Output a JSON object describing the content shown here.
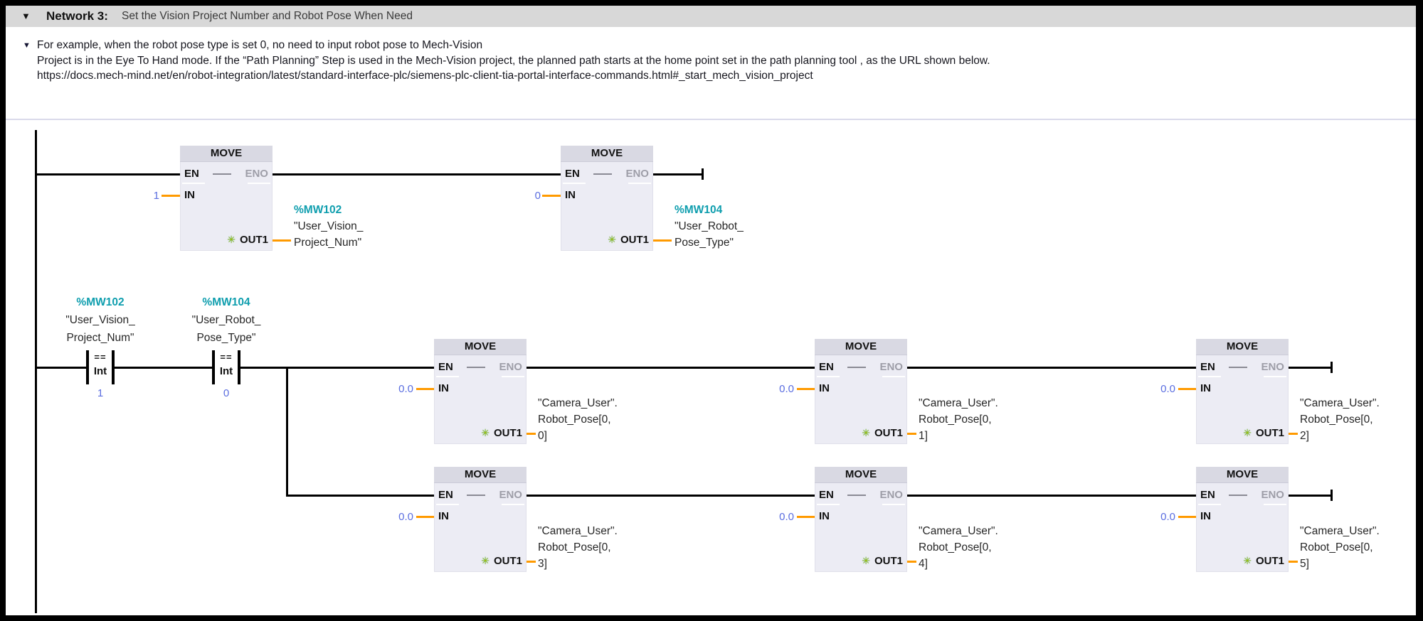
{
  "header": {
    "collapse_icon": "▼",
    "title": "Network 3:",
    "subtitle": "Set the Vision Project Number and Robot Pose When Need"
  },
  "comment": {
    "marker_icon": "▼",
    "lines": [
      "For example, when the robot pose type is set 0, no need to input robot pose to Mech-Vision",
      "Project is in the Eye To Hand mode. If the “Path Planning” Step is used in the Mech-Vision project, the planned path starts at the home point set in the path planning tool , as the URL shown below.",
      "https://docs.mech-mind.net/en/robot-integration/latest/standard-interface-plc/siemens-plc-client-tia-portal-interface-commands.html#_start_mech_vision_project"
    ]
  },
  "icons": {
    "star": "✳"
  },
  "colors": {
    "operand_address_teal": "#0f9eae",
    "constant_blue": "#5b6ee0",
    "connector_orange": "#ff9a00",
    "block_fill": "#ececf4",
    "block_title_fill": "#d9d9e3",
    "header_bar_gray": "#d8d8d8",
    "eno_gray": "#9e9ea8",
    "wire_black": "#000000"
  },
  "ladder": {
    "contacts": [
      {
        "address": "%MW102",
        "name_lines": [
          "\"User_Vision_",
          "Project_Num\""
        ],
        "operator": "==",
        "data_type": "Int",
        "compare_value": "1"
      },
      {
        "address": "%MW104",
        "name_lines": [
          "\"User_Robot_",
          "Pose_Type\""
        ],
        "operator": "==",
        "data_type": "Int",
        "compare_value": "0"
      }
    ],
    "blocks": [
      {
        "title": "MOVE",
        "en": "EN",
        "eno": "ENO",
        "in": "IN",
        "out": "OUT1",
        "in_value": "1",
        "out_address": "%MW102",
        "out_lines": [
          "\"User_Vision_",
          "Project_Num\""
        ]
      },
      {
        "title": "MOVE",
        "en": "EN",
        "eno": "ENO",
        "in": "IN",
        "out": "OUT1",
        "in_value": "0",
        "out_address": "%MW104",
        "out_lines": [
          "\"User_Robot_",
          "Pose_Type\""
        ]
      },
      {
        "title": "MOVE",
        "en": "EN",
        "eno": "ENO",
        "in": "IN",
        "out": "OUT1",
        "in_value": "0.0",
        "out_lines": [
          "\"Camera_User\".",
          "Robot_Pose[0,",
          "0]"
        ]
      },
      {
        "title": "MOVE",
        "en": "EN",
        "eno": "ENO",
        "in": "IN",
        "out": "OUT1",
        "in_value": "0.0",
        "out_lines": [
          "\"Camera_User\".",
          "Robot_Pose[0,",
          "1]"
        ]
      },
      {
        "title": "MOVE",
        "en": "EN",
        "eno": "ENO",
        "in": "IN",
        "out": "OUT1",
        "in_value": "0.0",
        "out_lines": [
          "\"Camera_User\".",
          "Robot_Pose[0,",
          "2]"
        ]
      },
      {
        "title": "MOVE",
        "en": "EN",
        "eno": "ENO",
        "in": "IN",
        "out": "OUT1",
        "in_value": "0.0",
        "out_lines": [
          "\"Camera_User\".",
          "Robot_Pose[0,",
          "3]"
        ]
      },
      {
        "title": "MOVE",
        "en": "EN",
        "eno": "ENO",
        "in": "IN",
        "out": "OUT1",
        "in_value": "0.0",
        "out_lines": [
          "\"Camera_User\".",
          "Robot_Pose[0,",
          "4]"
        ]
      },
      {
        "title": "MOVE",
        "en": "EN",
        "eno": "ENO",
        "in": "IN",
        "out": "OUT1",
        "in_value": "0.0",
        "out_lines": [
          "\"Camera_User\".",
          "Robot_Pose[0,",
          "5]"
        ]
      }
    ]
  }
}
